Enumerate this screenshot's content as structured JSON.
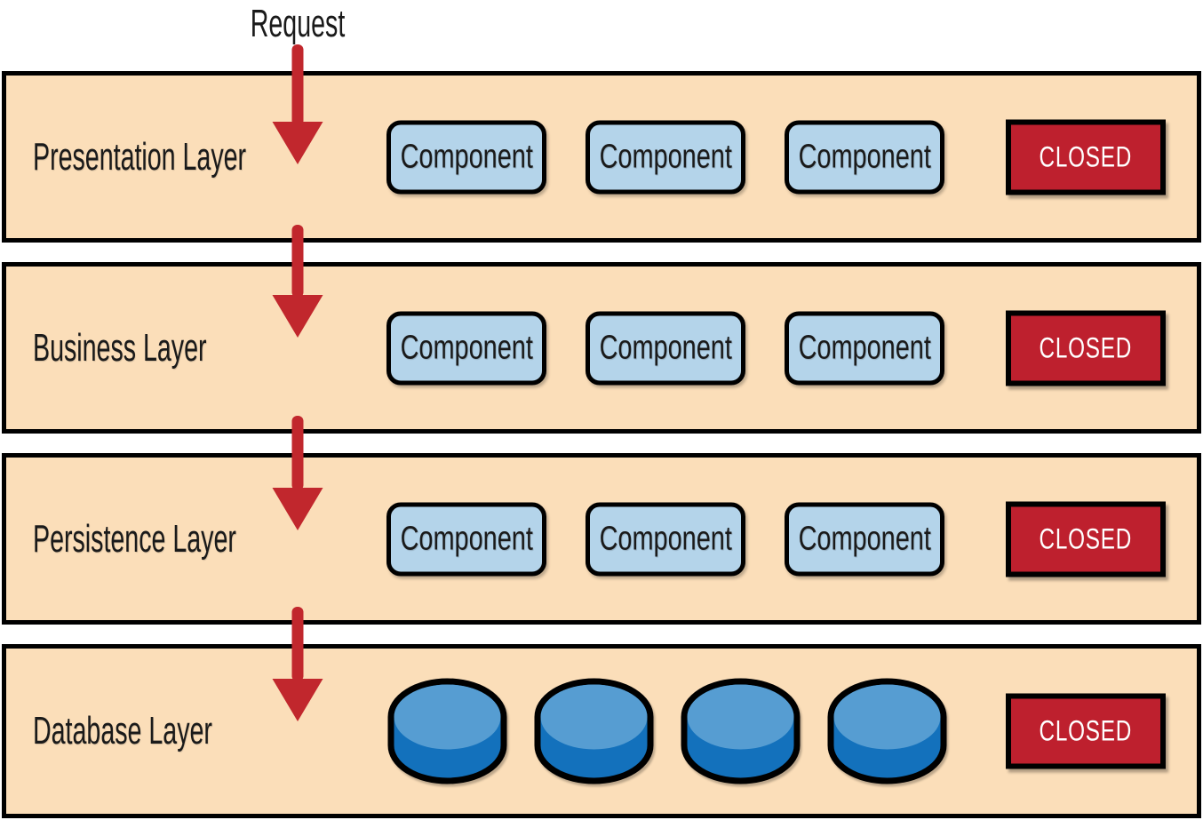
{
  "diagram": {
    "request_label": "Request",
    "layers": [
      {
        "label": "Presentation Layer",
        "components": [
          "Component",
          "Component",
          "Component"
        ],
        "closed_label": "CLOSED"
      },
      {
        "label": "Business Layer",
        "components": [
          "Component",
          "Component",
          "Component"
        ],
        "closed_label": "CLOSED"
      },
      {
        "label": "Persistence Layer",
        "components": [
          "Component",
          "Component",
          "Component"
        ],
        "closed_label": "CLOSED"
      },
      {
        "label": "Database Layer",
        "databases": [
          "database-icon",
          "database-icon",
          "database-icon",
          "database-icon"
        ],
        "closed_label": "CLOSED"
      }
    ],
    "colors": {
      "background": "#FFFFFF",
      "text": "#1A1A1A",
      "layer_fill": "#FBDEB9",
      "layer_border": "#000000",
      "component_fill": "#B4D4EA",
      "component_border": "#000000",
      "closed_fill": "#BE202E",
      "closed_text": "#FFFFFF",
      "arrow_red": "#C1272D",
      "database_top": "#569DD2",
      "database_body": "#1371BC"
    }
  }
}
